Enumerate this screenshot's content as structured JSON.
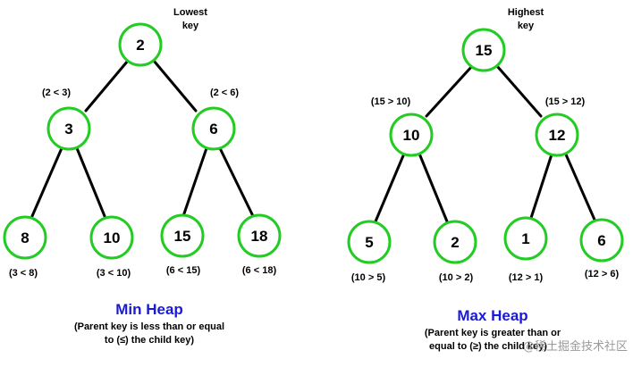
{
  "colors": {
    "node_border": "#22cc22",
    "edge": "#000000",
    "title": "#1a1ad6",
    "watermark": "#9a9a9a"
  },
  "min_heap": {
    "extreme_label_line1": "Lowest",
    "extreme_label_line2": "key",
    "nodes": [
      "2",
      "3",
      "6",
      "8",
      "10",
      "15",
      "18"
    ],
    "relations": [
      "(2 < 3)",
      "(2 < 6)",
      "(3 < 8)",
      "(3 < 10)",
      "(6 < 15)",
      "(6 < 18)"
    ],
    "title": "Min Heap",
    "desc_line1": "(Parent key is less than or equal",
    "desc_line2": "to (≤) the child key)"
  },
  "max_heap": {
    "extreme_label_line1": "Highest",
    "extreme_label_line2": "key",
    "nodes": [
      "15",
      "10",
      "12",
      "5",
      "2",
      "1",
      "6"
    ],
    "relations": [
      "(15 > 10)",
      "(15 > 12)",
      "(10 > 5)",
      "(10 > 2)",
      "(12 > 1)",
      "(12 > 6)"
    ],
    "title": "Max Heap",
    "desc_line1": "(Parent key is greater than or",
    "desc_line2": "equal to (≥) the child key)"
  },
  "watermark": "@稀土掘金技术社区"
}
